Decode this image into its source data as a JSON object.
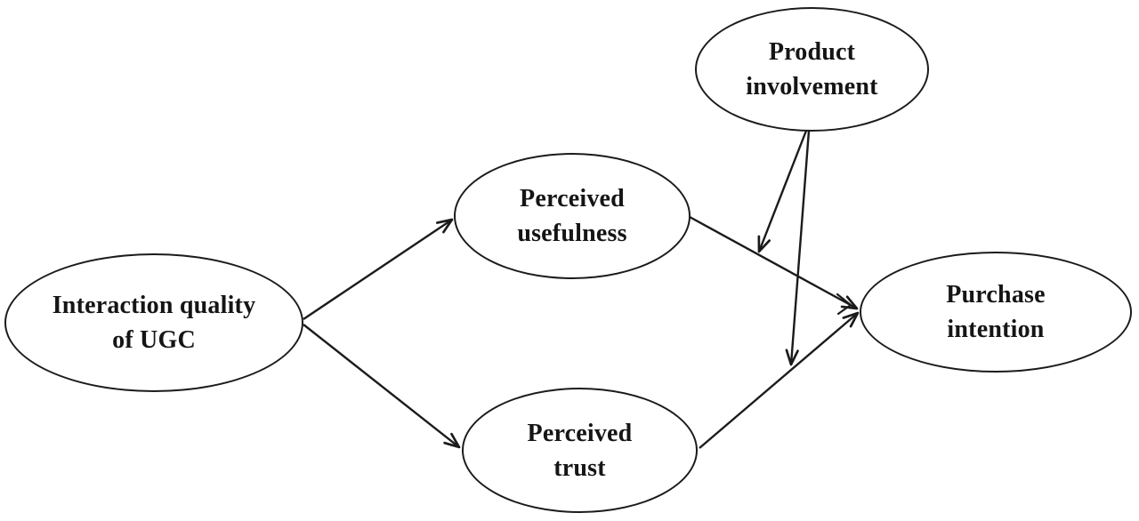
{
  "diagram": {
    "background_color": "#ffffff",
    "line_color": "#1b1b1b",
    "text_color": "#151515",
    "nodes": [
      {
        "id": "interaction-quality-of-ugc",
        "label": "Interaction quality\nof UGC"
      },
      {
        "id": "perceived-usefulness",
        "label": "Perceived\nusefulness"
      },
      {
        "id": "perceived-trust",
        "label": "Perceived\ntrust"
      },
      {
        "id": "product-involvement",
        "label": "Product\ninvolvement"
      },
      {
        "id": "purchase-intention",
        "label": "Purchase\nintention"
      }
    ],
    "edges": [
      {
        "from": "Interaction quality of UGC",
        "to": "Perceived usefulness",
        "type": "direct"
      },
      {
        "from": "Interaction quality of UGC",
        "to": "Perceived trust",
        "type": "direct"
      },
      {
        "from": "Perceived usefulness",
        "to": "Purchase intention",
        "type": "direct"
      },
      {
        "from": "Perceived trust",
        "to": "Purchase intention",
        "type": "direct"
      },
      {
        "from": "Product involvement",
        "to": "path: Perceived usefulness to Purchase intention",
        "type": "moderation"
      },
      {
        "from": "Product involvement",
        "to": "path: Perceived trust to Purchase intention",
        "type": "moderation"
      }
    ]
  }
}
